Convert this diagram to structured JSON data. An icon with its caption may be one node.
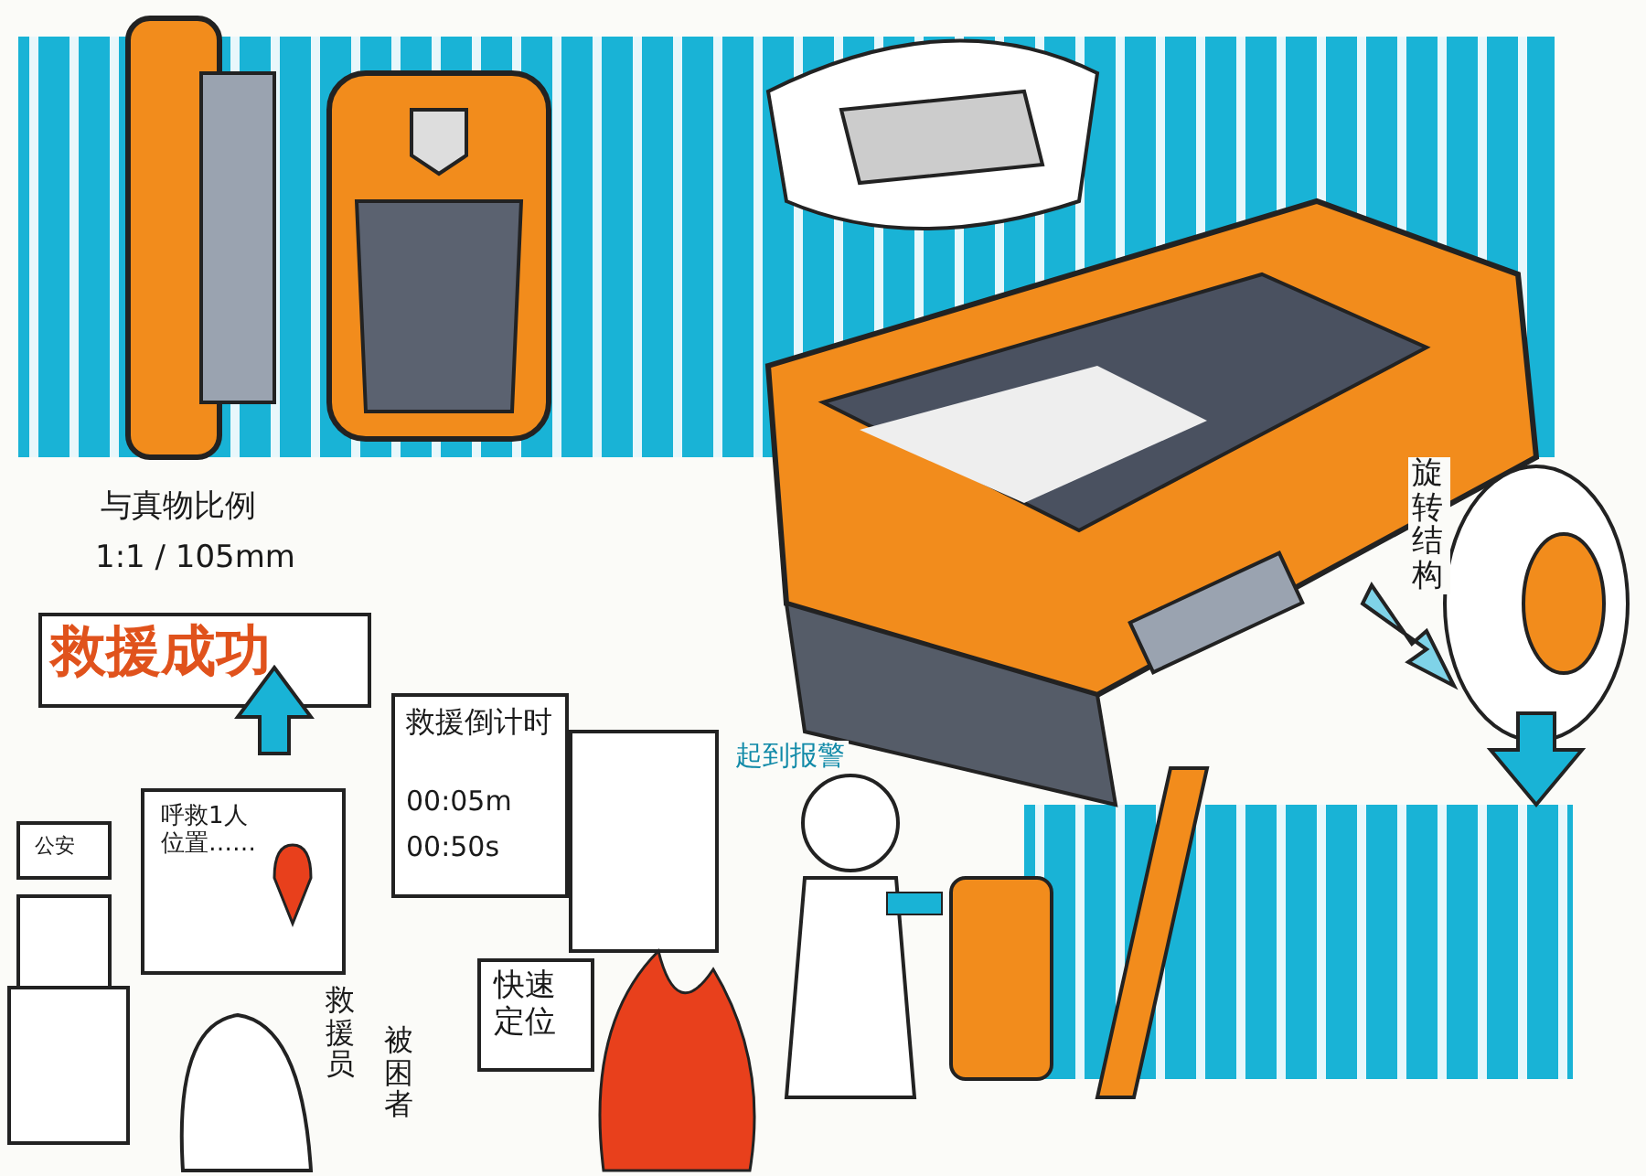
{
  "diagram": {
    "labels": [
      "与真物比例",
      "1:1 / 105mm",
      "旋转结构",
      "救援成功",
      "起到报警",
      "救援倒计时",
      "00:05m",
      "00:50s",
      "公安",
      "呼救1人位置……",
      "快速定位",
      "救援员",
      "被困者"
    ]
  }
}
